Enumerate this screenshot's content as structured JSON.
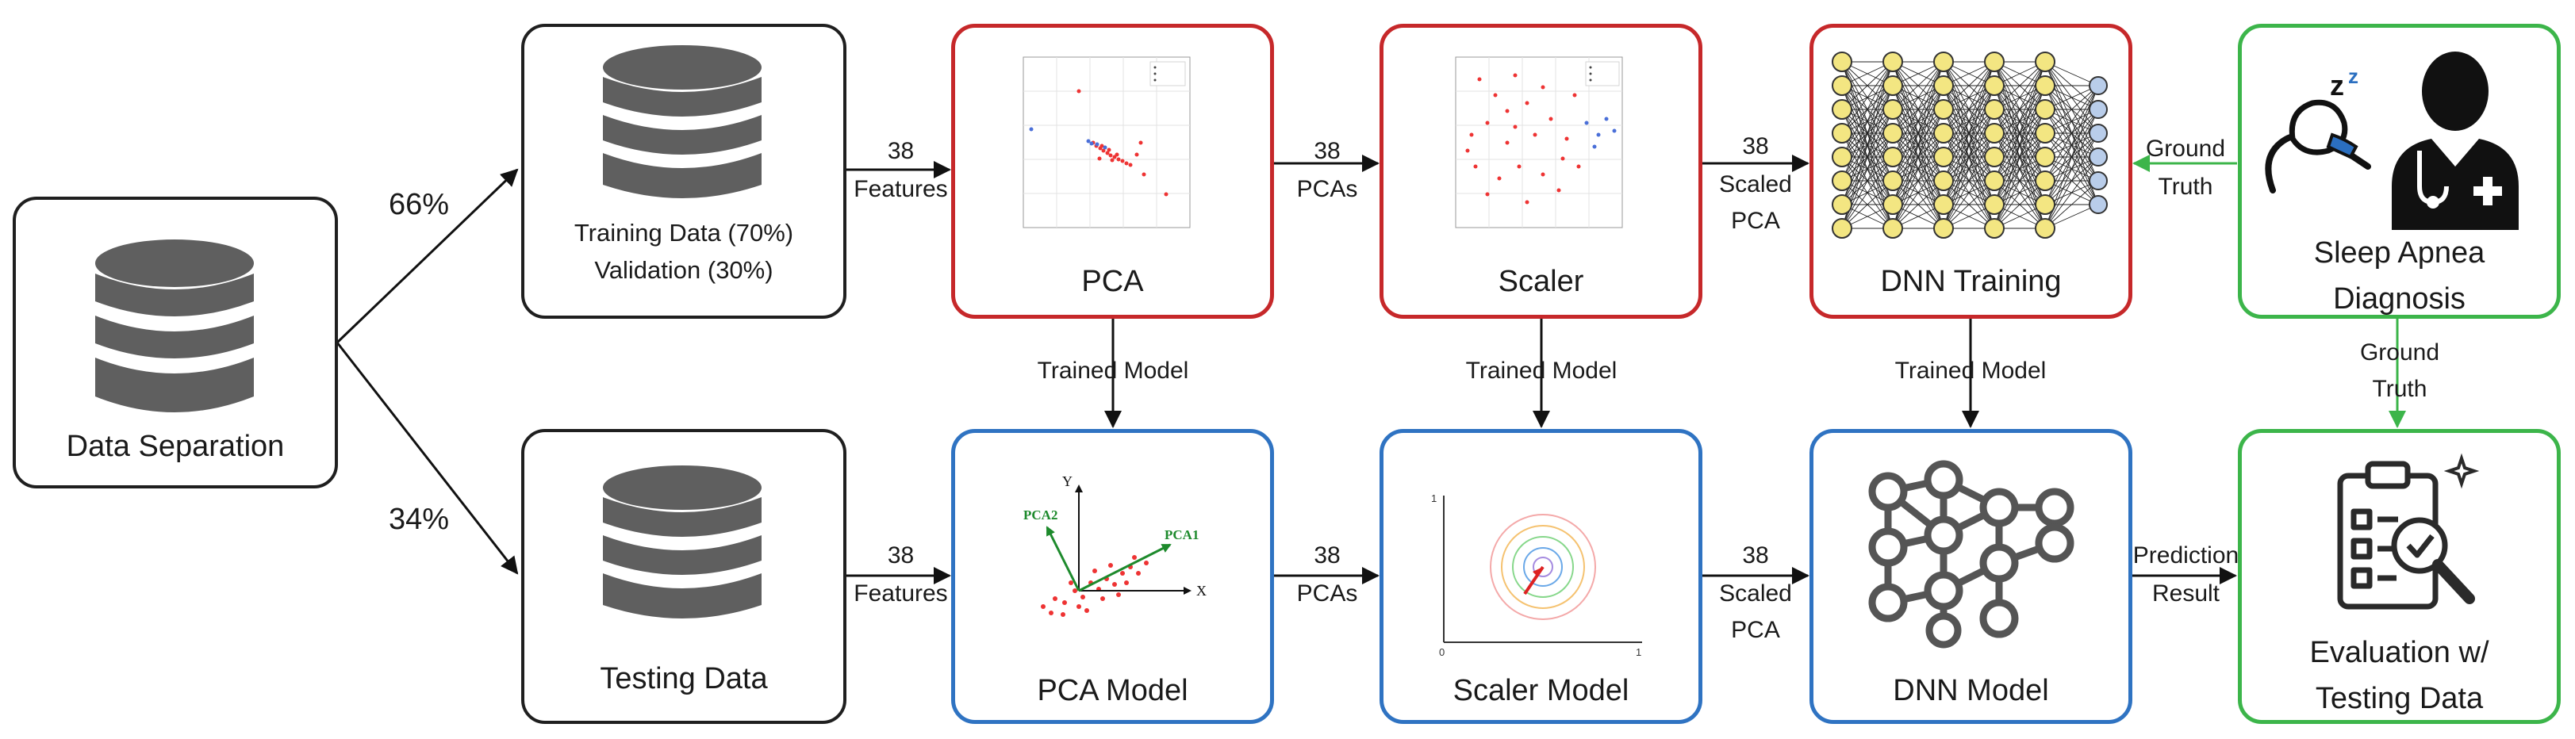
{
  "nodes": {
    "data_separation": "Data Separation",
    "training_data": "Training Data (70%)",
    "validation": "Validation (30%)",
    "testing_data": "Testing Data",
    "pca": "PCA",
    "scaler": "Scaler",
    "dnn_training": "DNN Training",
    "sleep_apnea_line1": "Sleep Apnea",
    "sleep_apnea_line2": "Diagnosis",
    "pca_model": "PCA Model",
    "scaler_model": "Scaler Model",
    "dnn_model": "DNN Model",
    "evaluation_line1": "Evaluation w/",
    "evaluation_line2": "Testing Data"
  },
  "edges": {
    "split_train": "66%",
    "split_test": "34%",
    "features_count": "38",
    "features_label": "Features",
    "pcas_count": "38",
    "pcas_label": "PCAs",
    "scaled_count": "38",
    "scaled_label_1": "Scaled",
    "scaled_label_2": "PCA",
    "trained_model": "Trained Model",
    "ground_truth_1": "Ground",
    "ground_truth_2": "Truth",
    "prediction_1": "Prediction",
    "prediction_2": "Result"
  },
  "pca_model_icon": {
    "axis_y": "Y",
    "axis_x": "X",
    "pc1": "PCA1",
    "pc2": "PCA2"
  },
  "scaler_model_icon": {
    "tick_0": "0",
    "tick_1_x": "1",
    "tick_1_y": "1"
  },
  "colors": {
    "training_border": "#c6282a",
    "model_border": "#2f73c2",
    "diagnosis_border": "#3cb54a",
    "database_icon": "#5f5f5f",
    "neuron_fill": "#f3e682",
    "output_neuron_fill": "#b9cdea"
  }
}
